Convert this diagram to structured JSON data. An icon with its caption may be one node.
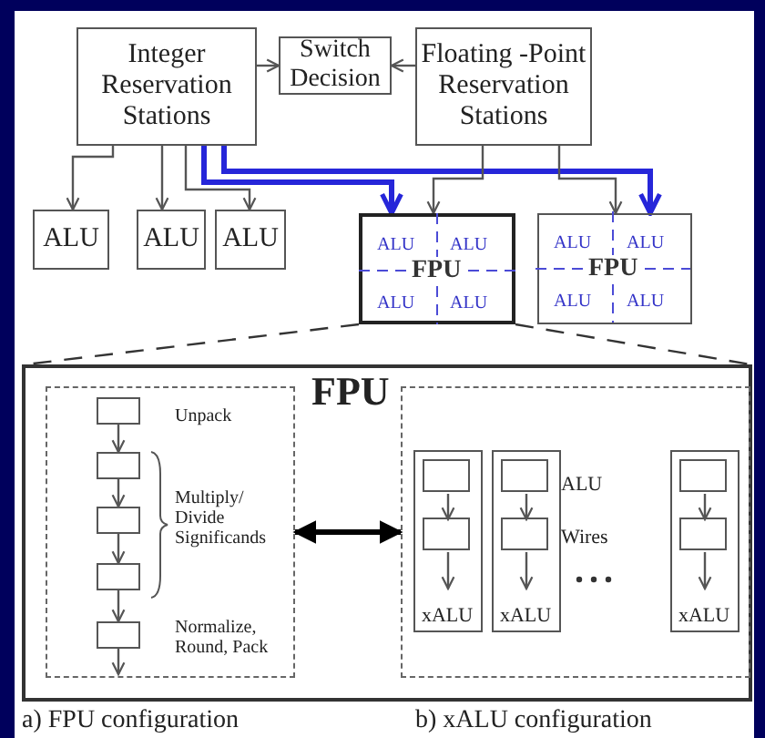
{
  "diagram": {
    "nodes": [
      {
        "text": [
          "Integer Reservation Stations"
        ]
      },
      {
        "text": [
          "Switch Decision"
        ]
      },
      {
        "text": [
          "Floating -Point Reservation Stations"
        ]
      },
      {
        "text": [
          "ALU"
        ]
      },
      {
        "text": [
          "ALU"
        ]
      },
      {
        "text": [
          "ALU"
        ]
      },
      {
        "text": [
          "ALU",
          "ALU",
          "FPU",
          "ALU",
          "ALU"
        ]
      },
      {
        "text": [
          "ALU",
          "ALU",
          "FPU",
          "ALU",
          "ALU"
        ]
      },
      {
        "text": [
          "FPU"
        ]
      },
      {
        "text": [
          "Unpack",
          "Multiply/ Divide Significands",
          "Normalize, Round, Pack"
        ],
        "in": 8
      },
      {
        "text": [],
        "shape": "box",
        "in": 9
      },
      {
        "text": [],
        "shape": "box",
        "in": 9
      },
      {
        "text": [],
        "shape": "box",
        "in": 9
      },
      {
        "text": [],
        "shape": "box",
        "in": 9
      },
      {
        "text": [],
        "shape": "box",
        "in": 9
      },
      {
        "text": [
          "ALU",
          "Wires"
        ],
        "in": 8
      },
      {
        "text": [
          "xALU"
        ],
        "in": 15
      },
      {
        "text": [],
        "shape": "box",
        "in": 16
      },
      {
        "text": [],
        "shape": "box",
        "in": 16
      },
      {
        "text": [
          "xALU"
        ],
        "in": 15
      },
      {
        "text": [],
        "shape": "box",
        "in": 19
      },
      {
        "text": [],
        "shape": "box",
        "in": 19
      },
      {
        "text": [
          "xALU"
        ],
        "in": 15
      },
      {
        "text": [],
        "shape": "box",
        "in": 22
      },
      {
        "text": [],
        "shape": "box",
        "in": 22
      }
    ],
    "edges": [
      {
        "from": 0,
        "to": 1,
        "arrow": "to"
      },
      {
        "from": 2,
        "to": 1,
        "arrow": "to"
      },
      {
        "from": 0,
        "to": 3,
        "arrow": "to"
      },
      {
        "from": 0,
        "to": 4,
        "arrow": "to"
      },
      {
        "from": 0,
        "to": 5,
        "arrow": "to"
      },
      {
        "from": 0,
        "to": 6,
        "arrow": "to",
        "style": "thick",
        "color": "#2626d9"
      },
      {
        "from": 0,
        "to": 7,
        "arrow": "to",
        "style": "thick",
        "color": "#2626d9"
      },
      {
        "from": 2,
        "to": 6,
        "arrow": "to"
      },
      {
        "from": 2,
        "to": 7,
        "arrow": "to"
      },
      {
        "from": 9,
        "to": 15,
        "arrow": "both",
        "style": "thick",
        "color": "#000000"
      },
      {
        "from": 10,
        "to": 11,
        "arrow": "to"
      },
      {
        "from": 11,
        "to": 12,
        "arrow": "to"
      },
      {
        "from": 12,
        "to": 13,
        "arrow": "to"
      },
      {
        "from": 13,
        "to": 14,
        "arrow": "to"
      },
      {
        "from": 14,
        "to": null,
        "arrow": "to"
      },
      {
        "from": 17,
        "to": 18,
        "arrow": "to"
      },
      {
        "from": 18,
        "to": null,
        "arrow": "to"
      },
      {
        "from": 20,
        "to": 21,
        "arrow": "to"
      },
      {
        "from": 21,
        "to": null,
        "arrow": "to"
      },
      {
        "from": 23,
        "to": 24,
        "arrow": "to"
      },
      {
        "from": 24,
        "to": null,
        "arrow": "to"
      },
      {
        "from": 6,
        "to": 8,
        "arrow": "none",
        "style": "dashed",
        "color": "#333333"
      },
      {
        "from": 6,
        "to": 8,
        "arrow": "none",
        "style": "dashed",
        "color": "#333333"
      }
    ],
    "labels": [
      "a) FPU configuration",
      "b) xALU configuration"
    ]
  }
}
